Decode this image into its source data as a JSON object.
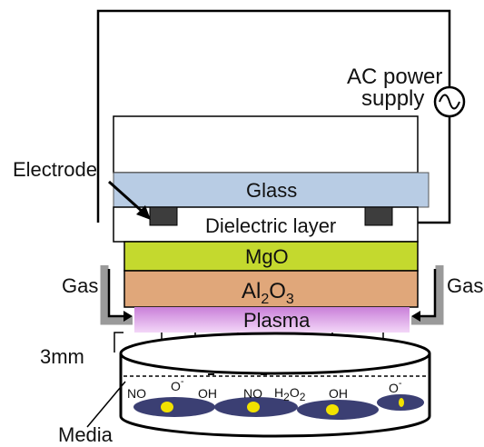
{
  "labels": {
    "power_supply_line1": "AC power",
    "power_supply_line2": "supply",
    "electrode": "Electrode",
    "glass": "Glass",
    "dielectric": "Dielectric layer",
    "mgo": "MgO",
    "al2o3_al": "Al",
    "al2o3_sub1": "2",
    "al2o3_o": "O",
    "al2o3_sub2": "3",
    "gas_left": "Gas",
    "gas_right": "Gas",
    "plasma": "Plasma",
    "gap": "3mm",
    "media": "Media"
  },
  "species": {
    "no_1": "NO",
    "o_1": "O",
    "o_1_sup": "-",
    "oh_1": "OH",
    "no_2": "NO",
    "h2o2_h": "H",
    "h2o2_sub1": "2",
    "h2o2_o": "O",
    "h2o2_sub2": "2",
    "oh_2": "OH",
    "o_2": "O",
    "o_2_sup": "-"
  },
  "colors": {
    "glass": "#b8cce4",
    "mgo": "#c4d92e",
    "al2o3": "#e0a77a",
    "plasma": "#c97fd9",
    "cell": "#3b3f73",
    "nucleus": "#f2e200",
    "gas_pipe": "#9a9a9a",
    "electrode": "#3d3d3d"
  },
  "icons": {
    "ac_source": "ac-source-icon"
  }
}
